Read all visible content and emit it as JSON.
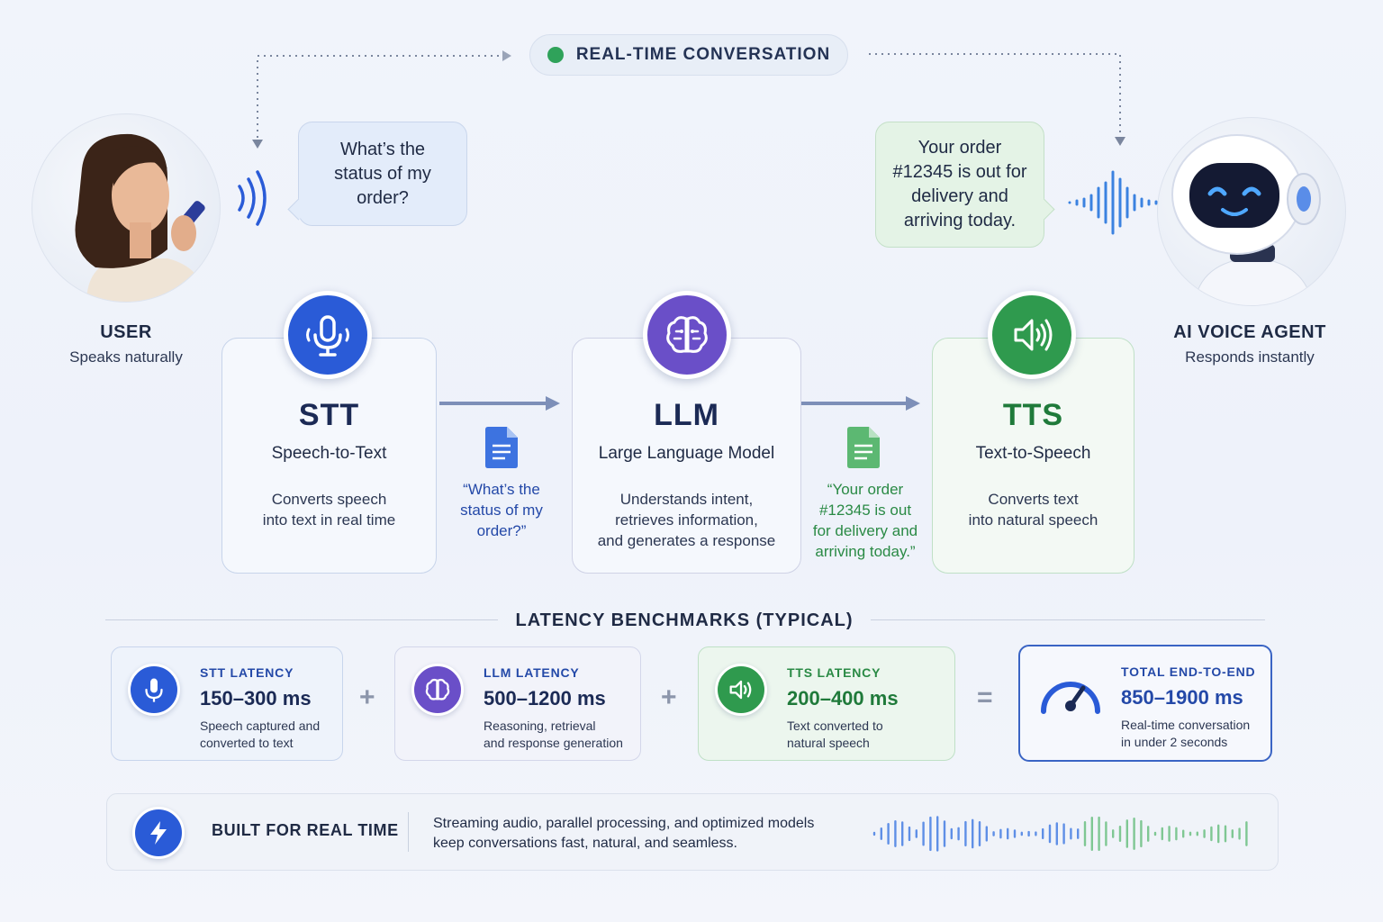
{
  "header": {
    "pill_label": "REAL-TIME CONVERSATION"
  },
  "user": {
    "title": "USER",
    "subtitle": "Speaks naturally"
  },
  "agent": {
    "title": "AI VOICE AGENT",
    "subtitle": "Responds instantly"
  },
  "bubbles": {
    "user": "What’s the status of my order?",
    "agent": "Your order #12345 is out for delivery and arriving today."
  },
  "stages": [
    {
      "abbr": "STT",
      "name": "Speech-to-Text",
      "desc_lines": [
        "Converts speech",
        "into text in real time"
      ],
      "icon": "microphone-icon"
    },
    {
      "abbr": "LLM",
      "name": "Large Language Model",
      "desc_lines": [
        "Understands intent,",
        "retrieves information,",
        "and generates a response"
      ],
      "icon": "brain-icon"
    },
    {
      "abbr": "TTS",
      "name": "Text-to-Speech",
      "desc_lines": [
        "Converts text",
        "into natural speech"
      ],
      "icon": "speaker-icon"
    }
  ],
  "transfers": {
    "stt_to_llm": {
      "lines": [
        "“What’s the",
        "status of my",
        "order?”"
      ],
      "icon": "document-icon"
    },
    "llm_to_tts": {
      "lines": [
        "“Your order",
        "#12345 is out",
        "for delivery and",
        "arriving today.”"
      ],
      "icon": "document-icon"
    }
  },
  "latency": {
    "title": "LATENCY BENCHMARKS (TYPICAL)",
    "plus": "+",
    "equals": "=",
    "items": [
      {
        "label": "STT LATENCY",
        "value": "150–300 ms",
        "desc_lines": [
          "Speech captured and",
          "converted to text"
        ],
        "icon": "microphone-icon"
      },
      {
        "label": "LLM LATENCY",
        "value": "500–1200 ms",
        "desc_lines": [
          "Reasoning, retrieval",
          "and response generation"
        ],
        "icon": "brain-icon"
      },
      {
        "label": "TTS LATENCY",
        "value": "200–400 ms",
        "desc_lines": [
          "Text converted to",
          "natural speech"
        ],
        "icon": "speaker-icon"
      },
      {
        "label": "TOTAL END-TO-END",
        "value": "850–1900 ms",
        "desc_lines": [
          "Real-time conversation",
          "in under 2 seconds"
        ],
        "icon": "speedometer-icon"
      }
    ]
  },
  "footer": {
    "title": "BUILT FOR REAL TIME",
    "desc_lines": [
      "Streaming audio, parallel processing, and optimized models",
      "keep conversations fast, natural, and seamless."
    ],
    "icon": "lightning-icon"
  },
  "colors": {
    "blue": "#2a5bd7",
    "purple": "#6a4fc8",
    "green": "#2f9a4e",
    "navy": "#1b2a55",
    "green_text": "#2a8a45",
    "blue_text": "#2449a8"
  }
}
